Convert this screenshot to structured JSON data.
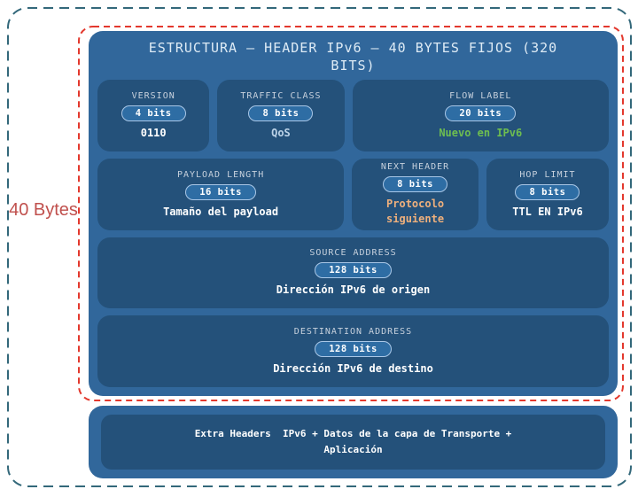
{
  "colors": {
    "outer_dash": "#33687A",
    "red_dash": "#E3382D",
    "container": "#31679B",
    "cell": "#24517A",
    "pill_fill": "#2E6DA4",
    "pill_border": "#A9C7E7",
    "title": "#DEEBF5",
    "label": "#C7D1DD",
    "white": "#FFFFFF",
    "qos_blue": "#BCD3E8",
    "green": "#6EBE50",
    "orange": "#EFB07C",
    "bytes_label": "#C0504D"
  },
  "annotation": {
    "text": "40 Bytes"
  },
  "header": {
    "title": "ESTRUCTURA – HEADER IPv6 – 40 BYTES FIJOS (320 BITS)"
  },
  "rows": [
    {
      "cells": [
        {
          "label": "VERSION",
          "bits": "4 bits",
          "value": "0110",
          "value_color": "#FFFFFF"
        },
        {
          "label": "TRAFFIC CLASS",
          "bits": "8 bits",
          "value": "QoS",
          "value_color": "#BCD3E8"
        },
        {
          "label": "FLOW LABEL",
          "bits": "20 bits",
          "value": "Nuevo en IPv6",
          "value_color": "#6EBE50"
        }
      ]
    },
    {
      "cells": [
        {
          "label": "PAYLOAD LENGTH",
          "bits": "16 bits",
          "value": "Tamaño del payload",
          "value_color": "#FFFFFF"
        },
        {
          "label": "NEXT HEADER",
          "bits": "8 bits",
          "value": "Protocolo siguiente",
          "value_color": "#EFB07C"
        },
        {
          "label": "HOP LIMIT",
          "bits": "8 bits",
          "value": "TTL EN IPv6",
          "value_color": "#FFFFFF"
        }
      ]
    },
    {
      "cells": [
        {
          "label": "SOURCE ADDRESS",
          "bits": "128 bits",
          "value": "Dirección IPv6 de origen",
          "value_color": "#FFFFFF"
        }
      ]
    },
    {
      "cells": [
        {
          "label": "DESTINATION ADDRESS",
          "bits": "128 bits",
          "value": "Dirección IPv6 de destino",
          "value_color": "#FFFFFF"
        }
      ]
    }
  ],
  "footer": {
    "text": "Extra Headers  IPv6 + Datos de la capa de Transporte + Aplicación"
  }
}
